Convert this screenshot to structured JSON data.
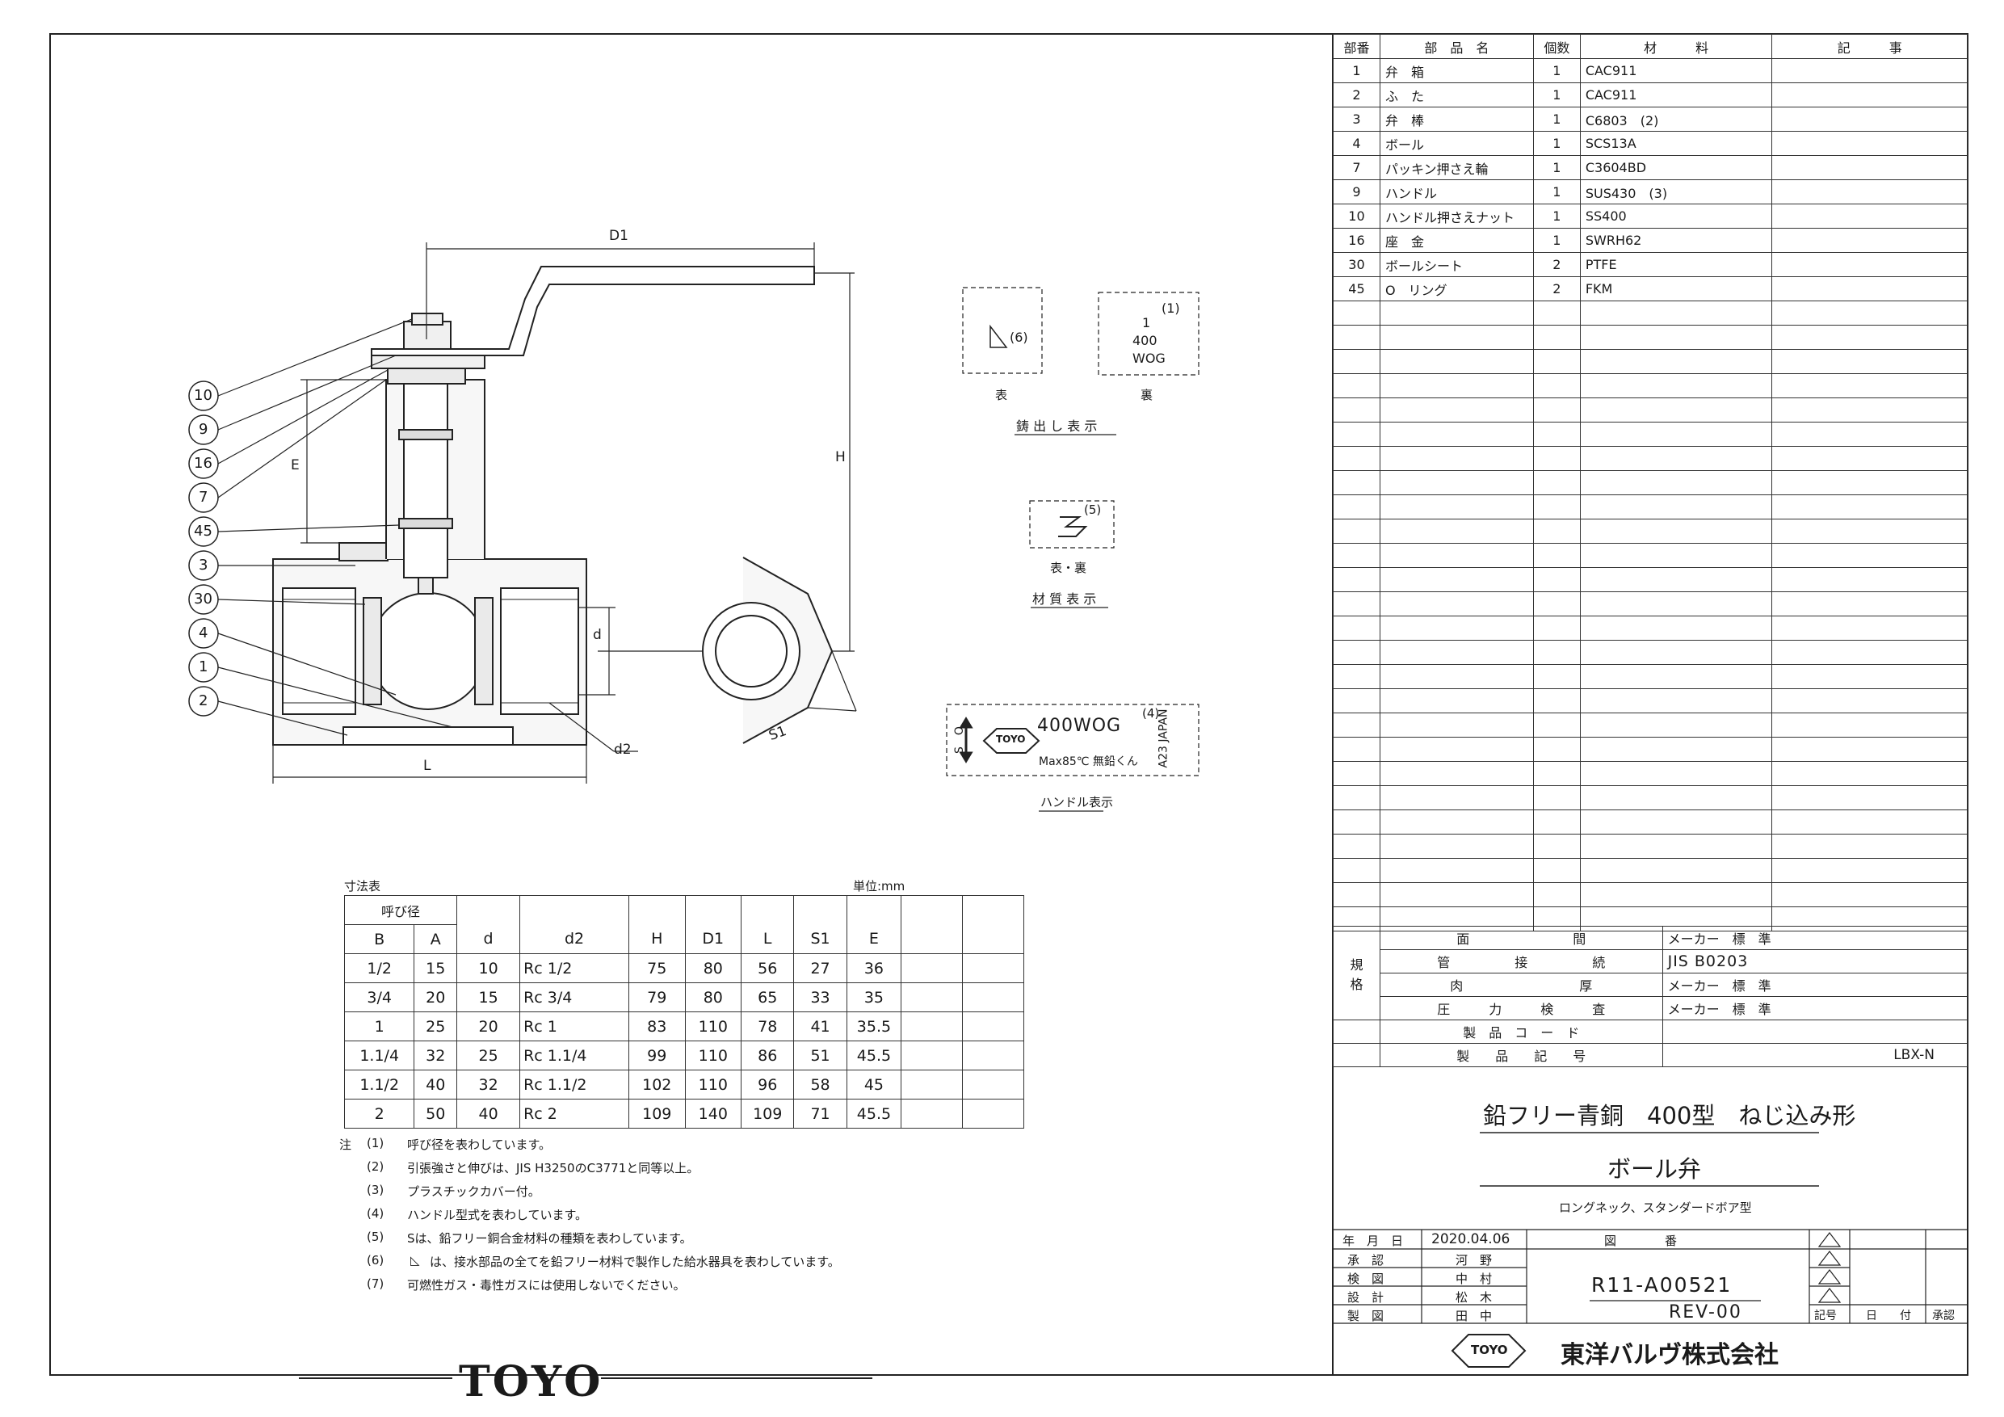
{
  "brand": {
    "name": "TOYO",
    "company": "東洋バルヴ株式会社",
    "logo_text": "TOYO"
  },
  "parts_table": {
    "headers": [
      "部番",
      "部　品　名",
      "個数",
      "材　　　料",
      "記　　　事"
    ],
    "rows": [
      [
        "1",
        "弁　箱",
        "1",
        "CAC911",
        ""
      ],
      [
        "2",
        "ふ　た",
        "1",
        "CAC911",
        ""
      ],
      [
        "3",
        "弁　棒",
        "1",
        "C6803　(2)",
        ""
      ],
      [
        "4",
        "ボール",
        "1",
        "SCS13A",
        ""
      ],
      [
        "7",
        "パッキン押さえ輪",
        "1",
        "C3604BD",
        ""
      ],
      [
        "9",
        "ハンドル",
        "1",
        "SUS430　(3)",
        ""
      ],
      [
        "10",
        "ハンドル押さえナット",
        "1",
        "SS400",
        ""
      ],
      [
        "16",
        "座　金",
        "1",
        "SWRH62",
        ""
      ],
      [
        "30",
        "ボールシート",
        "2",
        "PTFE",
        ""
      ],
      [
        "45",
        "O　リング",
        "2",
        "FKM",
        ""
      ]
    ],
    "empty_rows": 26
  },
  "spec": {
    "group_label": "規\n格",
    "rows": [
      [
        "面　　　　　　　　間",
        "メーカー　標　準"
      ],
      [
        "管　　　　　接　　　　　続",
        "JIS  B0203"
      ],
      [
        "肉　　　　　　　　　厚",
        "メーカー　標　準"
      ],
      [
        "圧　　　力　　　検　　　査",
        "メーカー　標　準"
      ]
    ],
    "product_code_label": "製　品　コ　ー　ド",
    "product_code": "",
    "product_symbol_label": "製　　品　　記　　号",
    "product_symbol": "LBX-N"
  },
  "title_block": {
    "title": "鉛フリー青銅　400型　ねじ込み形",
    "subtitle": "ボール弁",
    "description": "ロングネック、スタンダードボア型",
    "date_label": "年　月　日",
    "date": "2020.04.06",
    "drawing_no_label": "図　　　　番",
    "drawing_no": "R11-A00521",
    "rev": "REV-00",
    "approvals": [
      [
        "承　認",
        "河　野"
      ],
      [
        "検　図",
        "中　村"
      ],
      [
        "設　計",
        "松　木"
      ],
      [
        "製　図",
        "田　中"
      ]
    ],
    "rev_headers": [
      "記号",
      "日　　付",
      "承認"
    ],
    "triangle_icon": "revision-triangle"
  },
  "dimensions_table": {
    "caption": "寸法表",
    "unit": "単位:mm",
    "nominal_label": "呼び径",
    "headers": [
      "B",
      "A",
      "d",
      "d2",
      "H",
      "D1",
      "L",
      "S1",
      "E",
      "",
      ""
    ],
    "rows": [
      [
        "1/2",
        "15",
        "10",
        "Rc 1/2",
        "75",
        "80",
        "56",
        "27",
        "36",
        "",
        ""
      ],
      [
        "3/4",
        "20",
        "15",
        "Rc 3/4",
        "79",
        "80",
        "65",
        "33",
        "35",
        "",
        ""
      ],
      [
        "1",
        "25",
        "20",
        "Rc  1",
        "83",
        "110",
        "78",
        "41",
        "35.5",
        "",
        ""
      ],
      [
        "1.1/4",
        "32",
        "25",
        "Rc 1.1/4",
        "99",
        "110",
        "86",
        "51",
        "45.5",
        "",
        ""
      ],
      [
        "1.1/2",
        "40",
        "32",
        "Rc 1.1/2",
        "102",
        "110",
        "96",
        "58",
        "45",
        "",
        ""
      ],
      [
        "2",
        "50",
        "40",
        "Rc  2",
        "109",
        "140",
        "109",
        "71",
        "45.5",
        "",
        ""
      ]
    ]
  },
  "notes": {
    "prefix": "注",
    "items": [
      [
        "(1)",
        "呼び径を表わしています。"
      ],
      [
        "(2)",
        "引張強さと伸びは、JIS H3250のC3771と同等以上。"
      ],
      [
        "(3)",
        "プラスチックカバー付。"
      ],
      [
        "(4)",
        "ハンドル型式を表わしています。"
      ],
      [
        "(5)",
        "Sは、鉛フリー銅合金材料の種類を表わしています。"
      ],
      [
        "(6)",
        "は、接水部品の全てを鉛フリー材料で製作した給水器具を表わしています。"
      ],
      [
        "(7)",
        "可燃性ガス・毒性ガスには使用しないでください。"
      ]
    ]
  },
  "drawing": {
    "labels": {
      "D1": "D1",
      "H": "H",
      "E": "E",
      "d": "d",
      "d2": "d2",
      "L": "L",
      "S1": "S1"
    },
    "balloons": [
      "10",
      "9",
      "16",
      "7",
      "45",
      "3",
      "30",
      "4",
      "1",
      "2"
    ]
  },
  "marks": {
    "cast_front_caption": "表",
    "cast_back_caption": "裏",
    "cast_title": "鋳 出 し 表 示",
    "cast_front_text": "(6)",
    "cast_back_lines": [
      "(1)",
      "1",
      "400",
      "WOG"
    ],
    "material_text": "(5)",
    "material_caption": "表・裏",
    "material_title": "材 質 表 示",
    "handle_main": "400WOG",
    "handle_note": "(4)",
    "handle_sub": "Max85℃ 無鉛くん",
    "handle_side_left": "S　O",
    "handle_side_right": "A23 JAPAN",
    "handle_title": "ハンドル表示",
    "handle_logo": "TOYO"
  }
}
